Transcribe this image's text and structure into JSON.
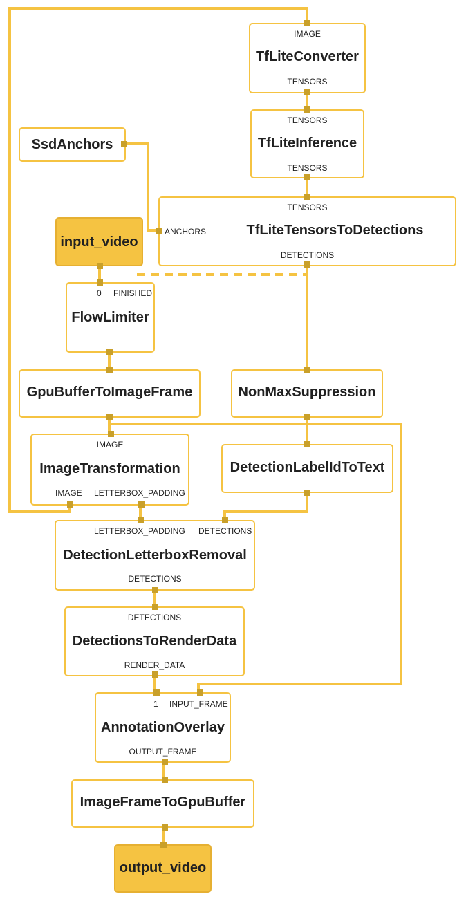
{
  "colors": {
    "edge": "#f5c342",
    "node_border": "#f5c342",
    "io_fill": "#f5c342",
    "port": "#c9a02a",
    "text": "#212121"
  },
  "nodes": {
    "tflite_converter": {
      "title": "TfLiteConverter",
      "in": "IMAGE",
      "out": "TENSORS"
    },
    "tflite_inference": {
      "title": "TfLiteInference",
      "in": "TENSORS",
      "out": "TENSORS"
    },
    "ssd_anchors": {
      "title": "SsdAnchors"
    },
    "tensors_to_detections": {
      "title": "TfLiteTensorsToDetections",
      "in_top": "TENSORS",
      "in_left": "ANCHORS",
      "out": "DETECTIONS"
    },
    "input_video": {
      "title": "input_video"
    },
    "flow_limiter": {
      "title": "FlowLimiter",
      "in_0": "0",
      "in_finished": "FINISHED"
    },
    "gpu_to_image": {
      "title": "GpuBufferToImageFrame"
    },
    "non_max": {
      "title": "NonMaxSuppression"
    },
    "image_transform": {
      "title": "ImageTransformation",
      "in": "IMAGE",
      "out_image": "IMAGE",
      "out_padding": "LETTERBOX_PADDING"
    },
    "label_to_text": {
      "title": "DetectionLabelIdToText"
    },
    "letterbox_removal": {
      "title": "DetectionLetterboxRemoval",
      "in_padding": "LETTERBOX_PADDING",
      "in_detections": "DETECTIONS",
      "out": "DETECTIONS"
    },
    "to_render_data": {
      "title": "DetectionsToRenderData",
      "in": "DETECTIONS",
      "out": "RENDER_DATA"
    },
    "annotation_overlay": {
      "title": "AnnotationOverlay",
      "in_1": "1",
      "in_frame": "INPUT_FRAME",
      "out": "OUTPUT_FRAME"
    },
    "image_to_gpu": {
      "title": "ImageFrameToGpuBuffer"
    },
    "output_video": {
      "title": "output_video"
    }
  }
}
